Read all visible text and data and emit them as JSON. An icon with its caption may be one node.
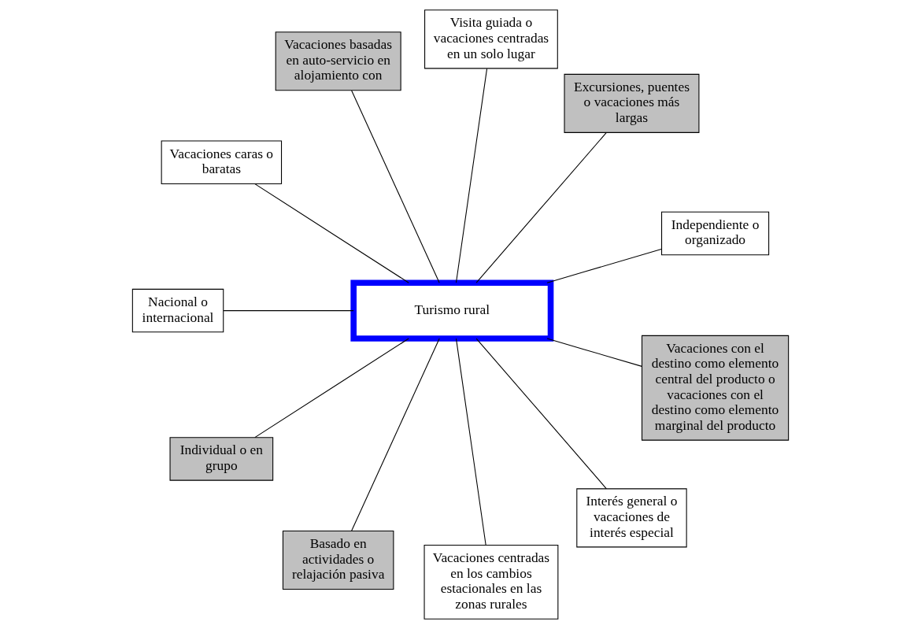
{
  "diagram": {
    "nodes": [
      {
        "text": [
          "Turismo rural"
        ]
      },
      {
        "text": [
          "Independiente o organizado"
        ]
      },
      {
        "text": [
          "Excursiones, puentes o vacaciones más largas"
        ]
      },
      {
        "text": [
          "Visita guiada o vacaciones centradas en un solo lugar"
        ]
      },
      {
        "text": [
          "Vacaciones basadas en auto-servicio en alojamiento con"
        ]
      },
      {
        "text": [
          "Vacaciones caras o baratas"
        ]
      },
      {
        "text": [
          "Nacional o internacional"
        ]
      },
      {
        "text": [
          "Individual o en grupo"
        ]
      },
      {
        "text": [
          "Basado en actividades o relajación pasiva"
        ]
      },
      {
        "text": [
          "Vacaciones centradas en los cambios estacionales en las zonas rurales"
        ]
      },
      {
        "text": [
          "Interés general o vacaciones de interés especial"
        ]
      },
      {
        "text": [
          "Vacaciones con el destino como elemento central del producto o vacaciones con el destino como elemento marginal del producto"
        ]
      }
    ],
    "edges": [
      {
        "from": 0,
        "to": 1,
        "arrow": "none"
      },
      {
        "from": 0,
        "to": 2,
        "arrow": "none"
      },
      {
        "from": 0,
        "to": 3,
        "arrow": "none"
      },
      {
        "from": 0,
        "to": 4,
        "arrow": "none"
      },
      {
        "from": 0,
        "to": 5,
        "arrow": "none"
      },
      {
        "from": 0,
        "to": 6,
        "arrow": "none"
      },
      {
        "from": 0,
        "to": 7,
        "arrow": "none"
      },
      {
        "from": 0,
        "to": 8,
        "arrow": "none"
      },
      {
        "from": 0,
        "to": 9,
        "arrow": "none"
      },
      {
        "from": 0,
        "to": 10,
        "arrow": "none"
      },
      {
        "from": 0,
        "to": 11,
        "arrow": "none"
      }
    ]
  }
}
